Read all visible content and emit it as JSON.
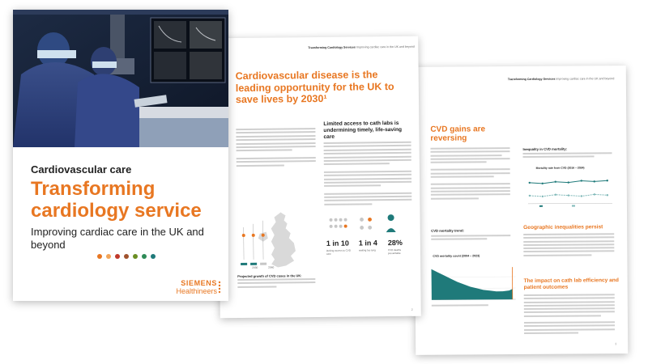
{
  "cover": {
    "eyebrow": "Cardiovascular care",
    "title_line1": "Transforming",
    "title_line2": "cardiology service",
    "subtitle": "Improving cardiac care in the UK and beyond",
    "dot_colors": [
      "#e87722",
      "#f2a65a",
      "#c0392b",
      "#a0522d",
      "#6b8e23",
      "#2e8b57",
      "#1f7a7a"
    ],
    "logo_line1": "SIEMENS",
    "logo_line2": "Healthineers"
  },
  "page2": {
    "header_brand": "Transforming Cardiology Services",
    "header_rest": "Improving cardiac care in the UK and beyond",
    "headline": "Cardiovascular disease is the leading opportunity for the UK to save lives by 2030¹",
    "subhead": "Limited access to cath labs is undermining timely, life-saving care",
    "stats": [
      {
        "value": "1 in 10",
        "caption": "lacking access to CVD care"
      },
      {
        "value": "1 in 4",
        "caption": "waiting too long"
      },
      {
        "value": "28%",
        "caption": "CVD deaths preventable"
      }
    ],
    "figure_caption": "Projected growth of CVD cases in the UK:",
    "map_years": [
      "2030",
      "2040"
    ],
    "page_number": "2"
  },
  "page3": {
    "header_brand": "Transforming Cardiology Services",
    "header_rest": "Improving cardiac care in the UK and beyond",
    "left_heading": "CVD gains are reversing",
    "ineq_title": "Inequality in CVD mortality:",
    "chart1_title": "Mortality rate from CVD (2016 – 2024)",
    "chart2_title": "CVD mortality count (2004 – 2023)",
    "trend_title": "CVD mortality trend:",
    "right_heading1": "Geographic inequalities persist",
    "right_heading2": "The impact on cath lab efficiency and patient outcomes",
    "page_number": "3"
  }
}
